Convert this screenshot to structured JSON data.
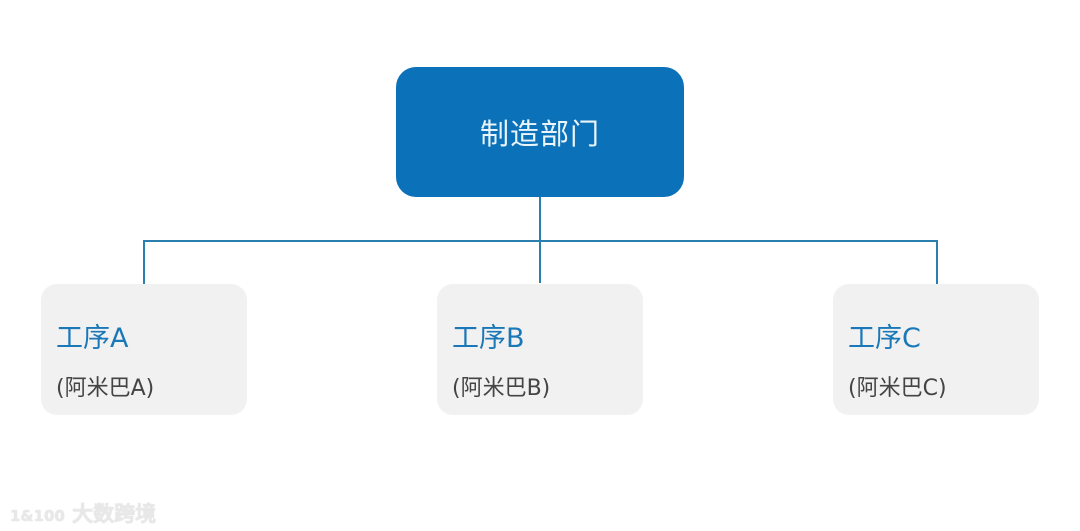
{
  "root": {
    "label": "制造部门",
    "color": "#0b72b9"
  },
  "children": [
    {
      "title": "工序A",
      "subtitle": "(阿米巴A)"
    },
    {
      "title": "工序B",
      "subtitle": "(阿米巴B)"
    },
    {
      "title": "工序C",
      "subtitle": "(阿米巴C)"
    }
  ],
  "watermark": {
    "logo": "1&100",
    "text": "大数跨境"
  },
  "colors": {
    "connector": "#2a7fae",
    "child_bg": "#f1f1f1",
    "child_title": "#1a78b8"
  }
}
